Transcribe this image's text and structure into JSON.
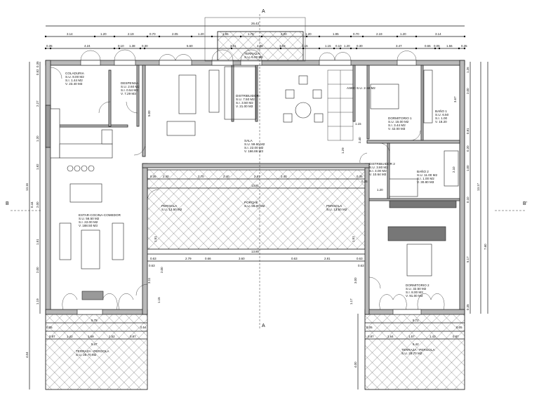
{
  "plan": {
    "section_marks": {
      "a_top": "A",
      "a_bottom": "A",
      "b_left": "B",
      "b_right": "B'"
    },
    "overall_width": "26.43",
    "rooms": [
      {
        "id": "coladuria",
        "lines": [
          "COLADURIA",
          "S.U.  8.00  M2",
          "S.I.  1.44  M2",
          "V.   23.40  M3"
        ]
      },
      {
        "id": "despensa",
        "lines": [
          "DESPENSA",
          "S.U.  2.60  M2",
          "S.I.  0.54  M2",
          "V.   7.29  M3"
        ]
      },
      {
        "id": "estar-cocina-comedor",
        "lines": [
          "ESTAR-COCINA-COMEDOR",
          "S.U.  56.50  M2",
          "S.I.  22.00  M2",
          "V.   188.50  M3"
        ]
      },
      {
        "id": "terraza",
        "lines": [
          "TERRAZA",
          "S.U.  6.00  M2"
        ]
      },
      {
        "id": "distribuidor",
        "lines": [
          "DISTRIBUIDOR",
          "S.U.  7.50  M2",
          "S.I.  3.50  M2",
          "V.   21.00  M3"
        ]
      },
      {
        "id": "sala",
        "lines": [
          "SALA",
          "S.U.  59.60  M2",
          "S.I.  22.00  M2",
          "V.   166.86  M3"
        ]
      },
      {
        "id": "aseo",
        "lines": [
          "ASEO  S.U.  2.50  M2"
        ]
      },
      {
        "id": "dormitorio-1",
        "lines": [
          "DORMITORIO 1",
          "S.U.  15.00  M2",
          "S.I.  3.44  M2",
          "V.   42.00  M3"
        ]
      },
      {
        "id": "bano-1",
        "lines": [
          "BAÑO 1",
          "S.U.  6.50",
          "S.I.  1.00",
          "V.   18.20"
        ]
      },
      {
        "id": "distribuidor-2",
        "lines": [
          "DISTRIBUIDOR 2",
          "S.U.  3.80  M2",
          "S.I.  4.00  M2",
          "V.   10.64  M3"
        ]
      },
      {
        "id": "bano-2",
        "lines": [
          "BAÑO 2",
          "S.U.  11.00  M2",
          "S.I.  1.00  M2",
          "V.   30.80  M3"
        ]
      },
      {
        "id": "pergola-left",
        "lines": [
          "PERGOLA",
          "S.U.  13.50  M2"
        ]
      },
      {
        "id": "porche",
        "lines": [
          "PORCHE",
          "S.U.  26.00  M2"
        ]
      },
      {
        "id": "pergola-right",
        "lines": [
          "PERGOLA",
          "S.U.  13.50  M2"
        ]
      },
      {
        "id": "dormitorio-2",
        "lines": [
          "DORMITORIO 2",
          "S.U.  32.50  M2",
          "S.I.  8.00  M2",
          "V.   91.00  M3"
        ]
      },
      {
        "id": "terraza-pergola-left",
        "lines": [
          "TERRAZA - PERGOLA",
          "S.U.  25.70  M2"
        ]
      },
      {
        "id": "terraza-pergola-right",
        "lines": [
          "TERRAZA - PERGOLA",
          "S.U.  25.70  M2"
        ]
      }
    ],
    "dimensions": {
      "top_row_1": [
        "3.14",
        "1.20",
        "2.19",
        "0.70",
        "2.05",
        "1.20",
        "1.95",
        "1.76",
        "2.00",
        "1.20",
        "1.95",
        "0.70",
        "2.19",
        "1.20",
        "3.14"
      ],
      "top_row_2": [
        "0.35",
        "4.24",
        "0.10",
        "1.38",
        "0.30",
        "5.60",
        "3.01",
        "2.85",
        "3.03",
        "3.15",
        "1.15",
        "0.10",
        "1.20",
        "0.30",
        "3.47",
        "0.65",
        "0.05",
        "1.56",
        "0.35"
      ],
      "left_inner": [
        "0.35",
        "0.52",
        "2.27",
        "1.20",
        "1.82",
        "2.00",
        "1.51",
        "2.00",
        "1.19"
      ],
      "left_outer": [
        "13.16",
        "0.44",
        "4.04"
      ],
      "right_inner": [
        "1.26",
        "2.00",
        "0.81",
        "0.20",
        "1.00",
        "0.10",
        "5.17",
        "0.35"
      ],
      "right_outer": [
        "13.17",
        "7.60",
        "3.67",
        "2.10",
        "4.00"
      ],
      "porch_top": [
        "0.35",
        "2.40",
        "2.70",
        "2.40",
        "2.87",
        "2.40",
        "0.35"
      ],
      "porch_total_top": "13.81",
      "porch_total_bottom": "13.80",
      "porch_bottom": [
        "0.63",
        "2.79",
        "0.66",
        "3.60",
        "0.63",
        "2.81",
        "0.63"
      ],
      "interior": [
        "5.00",
        "1.15",
        "1.29",
        "2.40",
        "1.20",
        "0.35",
        "3.11",
        "2.00",
        "1.15",
        "3.00",
        "1.17",
        "0.63",
        "0.63",
        "1.51",
        "1.51"
      ],
      "terrace_left": [
        "5.75",
        "0.05",
        "0.54",
        "0.87",
        "1.42",
        "1.69",
        "1.52",
        "0.87",
        "5.47"
      ],
      "terrace_right": [
        "5.72",
        "0.05",
        "0.05",
        "0.87",
        "1.64",
        "1.57",
        "1.43",
        "0.87",
        "5.42"
      ]
    }
  }
}
